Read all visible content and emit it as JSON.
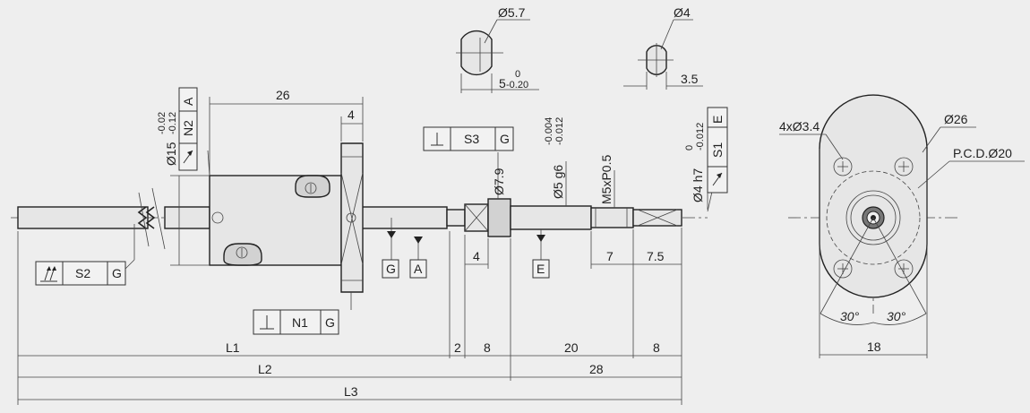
{
  "colors": {
    "background": "#eeeeee",
    "line": "#222222",
    "part_fill": "#e6e6e6"
  },
  "icons": {
    "perpendicularity": "perpendicularity-symbol-icon",
    "circular_runout": "circular-runout-symbol-icon",
    "total_runout": "total-runout-symbol-icon",
    "datum_triangle": "datum-triangle-icon"
  },
  "views": {
    "side": {
      "dims": {
        "d26": "26",
        "d4_flange": "4",
        "d4_shaft": "4",
        "d7": "7",
        "d7_5": "7.5",
        "L1": "L1",
        "L2": "L2",
        "L3": "L3",
        "d2": "2",
        "d8a": "8",
        "d20": "20",
        "d8b": "8",
        "d28": "28"
      },
      "dia_labels": {
        "nut": "Ø15",
        "nut_tol_upper": "-0.02",
        "nut_tol_lower": "-0.12",
        "d79": "Ø7.9",
        "d5": "Ø5 g6",
        "d5_tol_upper": "-0.004",
        "d5_tol_lower": "-0.012",
        "m5": "M5xP0.5",
        "d4": "Ø4 h7",
        "d4_tol_upper": "0",
        "d4_tol_lower": "-0.012"
      },
      "tol_frames": {
        "N2": {
          "tol": "N2",
          "datum": "A"
        },
        "S1": {
          "tol": "S1",
          "datum": "E"
        },
        "S3": {
          "tol": "S3",
          "datum": "G"
        },
        "S2": {
          "tol": "S2",
          "datum": "G"
        },
        "N1": {
          "tol": "N1",
          "datum": "G"
        }
      },
      "datums": {
        "G": "G",
        "A": "A",
        "E": "E"
      }
    },
    "detail_a": {
      "dia": "Ø5.7",
      "width": "5",
      "tol_upper": "0",
      "tol_lower": "-0.20"
    },
    "detail_b": {
      "dia": "Ø4",
      "width": "3.5"
    },
    "end": {
      "holes": "4xØ3.4",
      "od": "Ø26",
      "pcd": "P.C.D.Ø20",
      "angle_left": "30°",
      "angle_right": "30°",
      "width": "18"
    }
  }
}
